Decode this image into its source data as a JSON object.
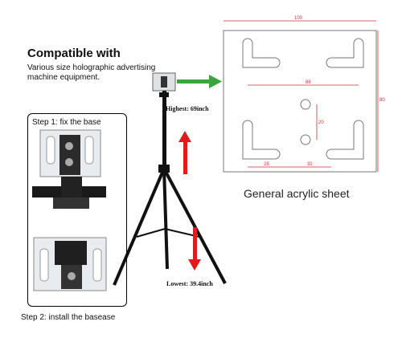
{
  "heading": "Compatible with",
  "subheading_lines": [
    "Various size holographic advertising",
    "machine equipment."
  ],
  "steps": {
    "step1": "Step 1: fix the base",
    "step2": "Step 2: install the basease"
  },
  "heights": {
    "highest": "Highest: 69inch",
    "lowest": "Lowest: 39.4inch"
  },
  "acrylic": {
    "caption": "General acrylic sheet",
    "dims": {
      "top": "100",
      "side": "80",
      "inner": "88",
      "hole_gap": "20",
      "left_bottom": "28",
      "center_bottom": "32"
    }
  },
  "colors": {
    "arrow_green": "#3aa63a",
    "arrow_red": "#e01b1b",
    "dim_line": "#cc3333",
    "stand": "#111111"
  }
}
